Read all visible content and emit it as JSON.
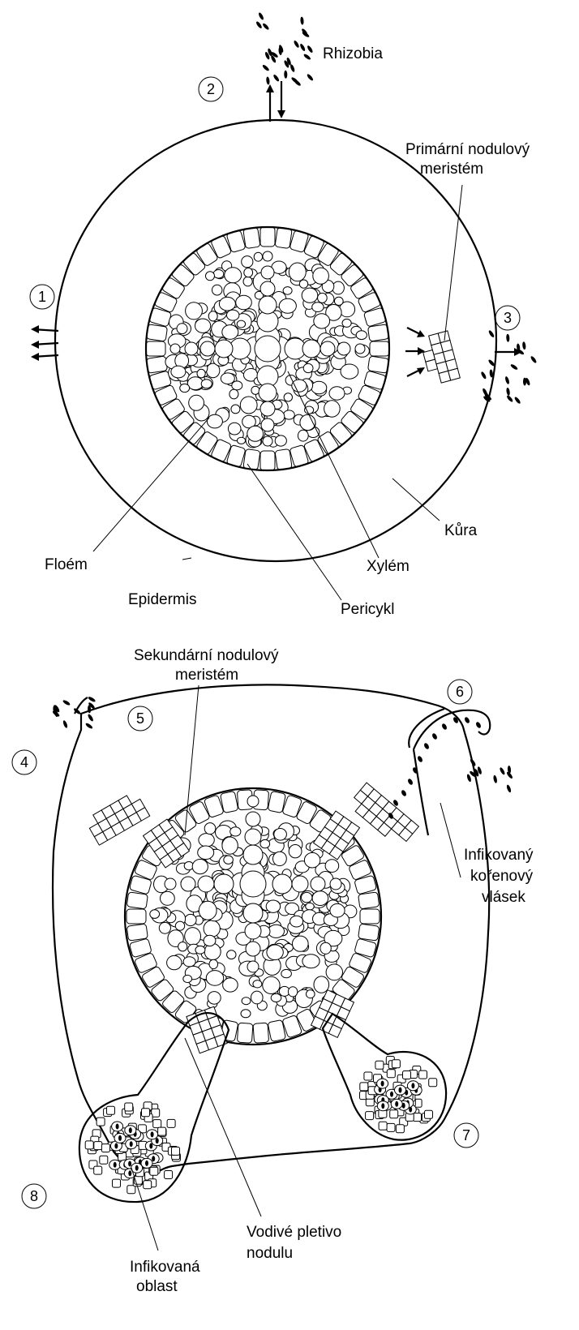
{
  "top": {
    "labels": {
      "rhizobia": "Rhizobia",
      "primary_meristem_1": "Primární nodulový",
      "primary_meristem_2": "meristém",
      "cortex": "Kůra",
      "phloem": "Floém",
      "xylem": "Xylém",
      "epidermis": "Epidermis",
      "pericycle": "Pericykl"
    },
    "steps": [
      "1",
      "2",
      "3"
    ]
  },
  "bottom": {
    "labels": {
      "secondary_meristem_1": "Sekundární nodulový",
      "secondary_meristem_2": "meristém",
      "root_hair_1": "Infikovaný",
      "root_hair_2": "kořenový",
      "root_hair_3": "vlásek",
      "vascular_1": "Vodivé pletivo",
      "vascular_2": "nodulu",
      "infected_1": "Infikovaná",
      "infected_2": "oblast"
    },
    "steps": [
      "4",
      "5",
      "6",
      "7",
      "8"
    ]
  }
}
